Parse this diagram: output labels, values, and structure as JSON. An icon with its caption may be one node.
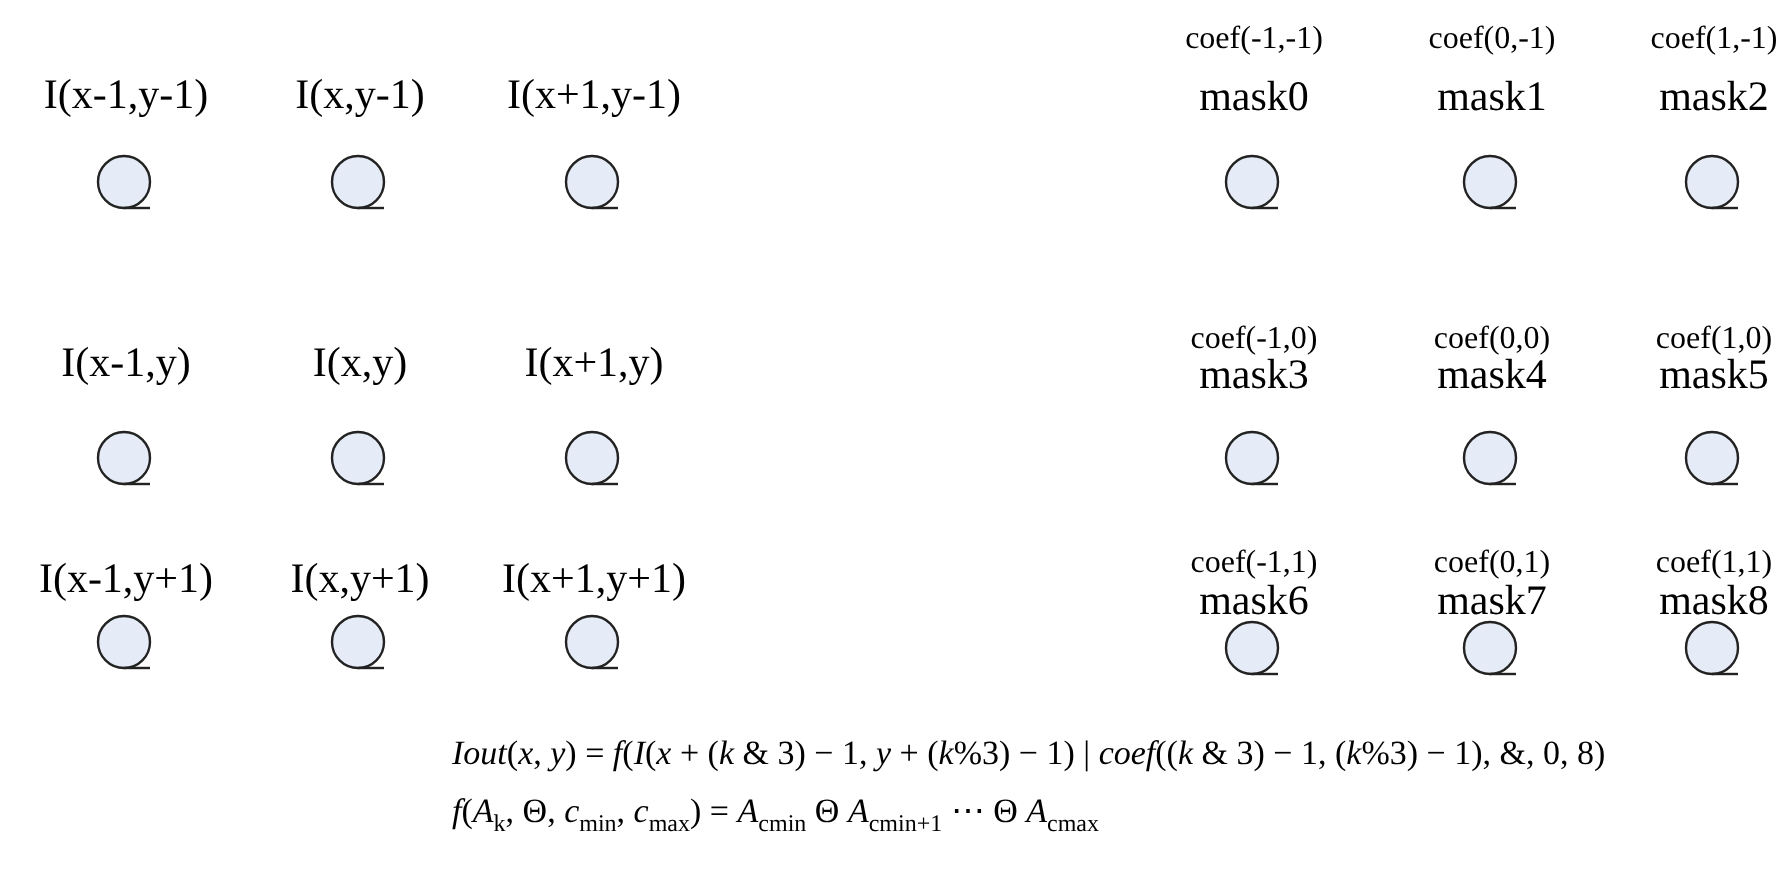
{
  "diagram": {
    "nodes": [
      {
        "text": [
          "I(x-1,y-1)"
        ]
      },
      {
        "text": [
          "I(x,y-1)"
        ]
      },
      {
        "text": [
          "I(x+1,y-1)"
        ]
      },
      {
        "text": [
          "I(x-1,y)"
        ]
      },
      {
        "text": [
          "I(x,y)"
        ]
      },
      {
        "text": [
          "I(x+1,y)"
        ]
      },
      {
        "text": [
          "I(x-1,y+1)"
        ]
      },
      {
        "text": [
          "I(x,y+1)"
        ]
      },
      {
        "text": [
          "I(x+1,y+1)"
        ]
      },
      {
        "text": [
          "coef(-1,-1)",
          "mask0"
        ]
      },
      {
        "text": [
          "coef(0,-1)",
          "mask1"
        ]
      },
      {
        "text": [
          "coef(1,-1)",
          "mask2"
        ]
      },
      {
        "text": [
          "coef(-1,0)",
          "mask3"
        ]
      },
      {
        "text": [
          "coef(0,0)",
          "mask4"
        ]
      },
      {
        "text": [
          "coef(1,0)",
          "mask5"
        ]
      },
      {
        "text": [
          "coef(-1,1)",
          "mask6"
        ]
      },
      {
        "text": [
          "coef(0,1)",
          "mask7"
        ]
      },
      {
        "text": [
          "coef(1,1)",
          "mask8"
        ]
      }
    ],
    "edges": [],
    "labels": [
      "*Iout*(*x*, *y*) = *f*(*I*(*x* + (*k* & 3) − 1, *y* + (*k*%3) − 1) | *coef*((*k* & 3) − 1, (*k*%3) − 1), &, 0, 8)",
      "*f*(*A*$_{k}$, Θ, *c*$_{min}$, *c*$_{max}$) = *A*$_{cmin}$ Θ *A*$_{cmin+1}$ ⋯ Θ *A*$_{cmax}$"
    ]
  }
}
